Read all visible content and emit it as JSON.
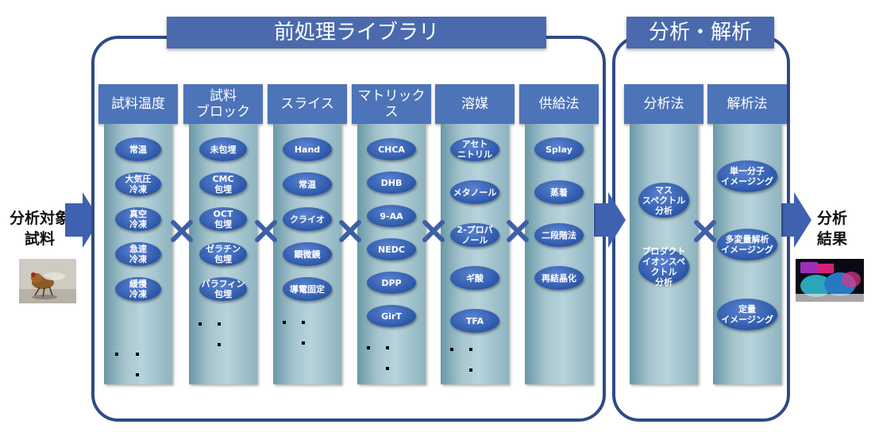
{
  "preprocess": {
    "title": "前処理ライブラリ",
    "columns": [
      {
        "header": "試料温度",
        "items": [
          "常温",
          "大気圧\n冷凍",
          "真空\n冷凍",
          "急速\n冷凍",
          "緩慢\n冷凍"
        ]
      },
      {
        "header": "試料\nブロック",
        "items": [
          "未包埋",
          "CMC\n包埋",
          "OCT\n包埋",
          "ゼラチン\n包埋",
          "パラフィン\n包埋"
        ]
      },
      {
        "header": "スライス",
        "items": [
          "Hand",
          "常温",
          "クライオ",
          "顕微鏡",
          "導電固定"
        ]
      },
      {
        "header": "マトリックス",
        "items": [
          "CHCA",
          "DHB",
          "9-AA",
          "NEDC",
          "DPP",
          "GirT"
        ]
      },
      {
        "header": "溶媒",
        "items": [
          "アセト\nニトリル",
          "メタノール",
          "2-プロパ\nノール",
          "ギ酸",
          "TFA"
        ]
      },
      {
        "header": "供給法",
        "items": [
          "Splay",
          "蒸着",
          "二段階法",
          "再結晶化"
        ]
      }
    ]
  },
  "analysis": {
    "title": "分析・解析",
    "columns": [
      {
        "header": "分析法",
        "items": [
          "マス\nスペクトル\n分析",
          "プロダクト\nイオンスペクトル\n分析"
        ]
      },
      {
        "header": "解析法",
        "items": [
          "単一分子\nイメージング",
          "多変量解析\nイメージング",
          "定量\nイメージング"
        ]
      }
    ]
  },
  "left_label": "分析対象\n試料",
  "right_label": "分析\n結果",
  "icons": {
    "operator": "multiply-icon",
    "flow": "arrow-right-icon"
  },
  "colors": {
    "frame": "#2f4a86",
    "header": "#4d74b8",
    "pill": "#2c57a8",
    "operator": "#3d5fa6"
  }
}
